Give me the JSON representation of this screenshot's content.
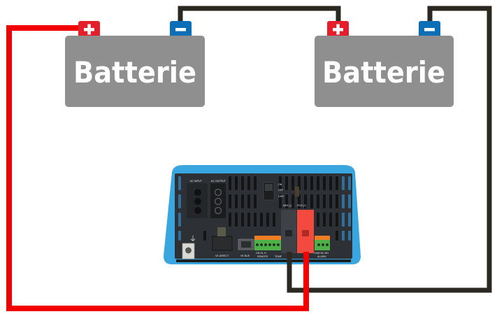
{
  "diagram": {
    "title": "Battery series connection to inverter",
    "batteries": [
      {
        "id": "battery-1",
        "label": "Batterie",
        "positive_symbol": "+",
        "negative_symbol": "−"
      },
      {
        "id": "battery-2",
        "label": "Batterie",
        "positive_symbol": "+",
        "negative_symbol": "−"
      }
    ],
    "inverter": {
      "labels": {
        "ac_input": "AC INPUT",
        "ac_output": "AC OUTPUT",
        "switch_on": "ON",
        "switch_off": "OFF",
        "switch_charger": "CHR",
        "neg": "NEG (-)",
        "pos": "POS (+)",
        "ve_direct": "VE.DIRECT",
        "ve_bus": "VE.BUS",
        "remote": "REMOTE",
        "temp": "TEMP",
        "alarm": "ALARM",
        "alarm_pins": "COM  NC  NO",
        "remote_pins": "ON  GL  H"
      }
    },
    "wires": [
      {
        "id": "positive-wire",
        "from": "battery-1 +",
        "to": "inverter POS (+)",
        "color": "#f20000"
      },
      {
        "id": "series-link-wire",
        "from": "battery-1 −",
        "to": "battery-2 +",
        "color": "#2a2820"
      },
      {
        "id": "negative-wire",
        "from": "battery-2 −",
        "to": "inverter NEG (-)",
        "color": "#2a2820"
      }
    ],
    "colors": {
      "battery_body": "#8f8f8f",
      "positive_terminal": "#e41e2b",
      "negative_terminal": "#0b6fb8",
      "inverter_case": "#3aa6e0",
      "inverter_panel": "#2d3034",
      "connector_green": "#4fb04a",
      "connector_orange": "#f07c24"
    }
  }
}
